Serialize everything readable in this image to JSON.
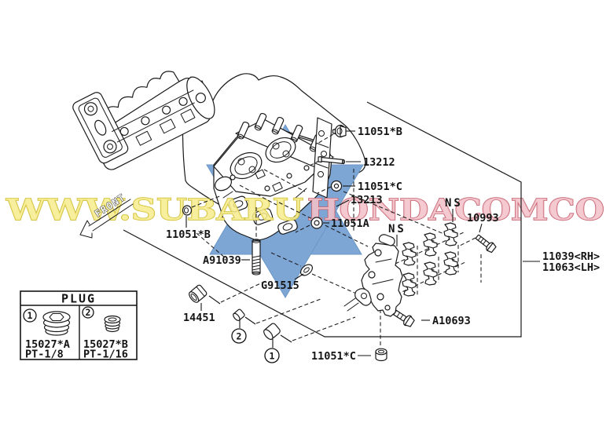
{
  "diagram": {
    "type": "engine-parts-catalog-illustration",
    "subject": "cylinder head and valve mechanism exploded parts diagram",
    "labels": {
      "p11051B_top": "11051*B",
      "p13212": "13212",
      "p11051C_top": "11051*C",
      "p13213": "13213",
      "p11051A": "11051A",
      "ns1": "NS",
      "ns2": "NS",
      "p10993": "10993",
      "p11039": "11039<RH>",
      "p11063": "11063<LH>",
      "p11051B_left": "11051*B",
      "pA91039": "A91039",
      "pG91515": "G91515",
      "p14451": "14451",
      "pA10693": "A10693",
      "p11051C_bottom": "11051*C",
      "front_arrow": "FRONT"
    },
    "callouts": {
      "one": "1",
      "two": "2"
    },
    "plug_table": {
      "header": "PLUG",
      "item1": {
        "num": "1",
        "part": "15027*A",
        "thread": "PT-1/8"
      },
      "item2": {
        "num": "2",
        "part": "15027*B",
        "thread": "PT-1/16"
      }
    }
  },
  "watermark": {
    "left": "WWW.SUBARU",
    "right": "HONDACOMCO"
  },
  "colors": {
    "star-blue": "#7ea6d4",
    "star-edge": "#6a97c6",
    "wm-yellow-fill": "#f6ec8e",
    "wm-yellow-stroke": "#cfbd3a",
    "wm-pink-fill": "#f2c2ca",
    "wm-pink-stroke": "#c4606e",
    "line-ink": "#1a1a1a"
  }
}
